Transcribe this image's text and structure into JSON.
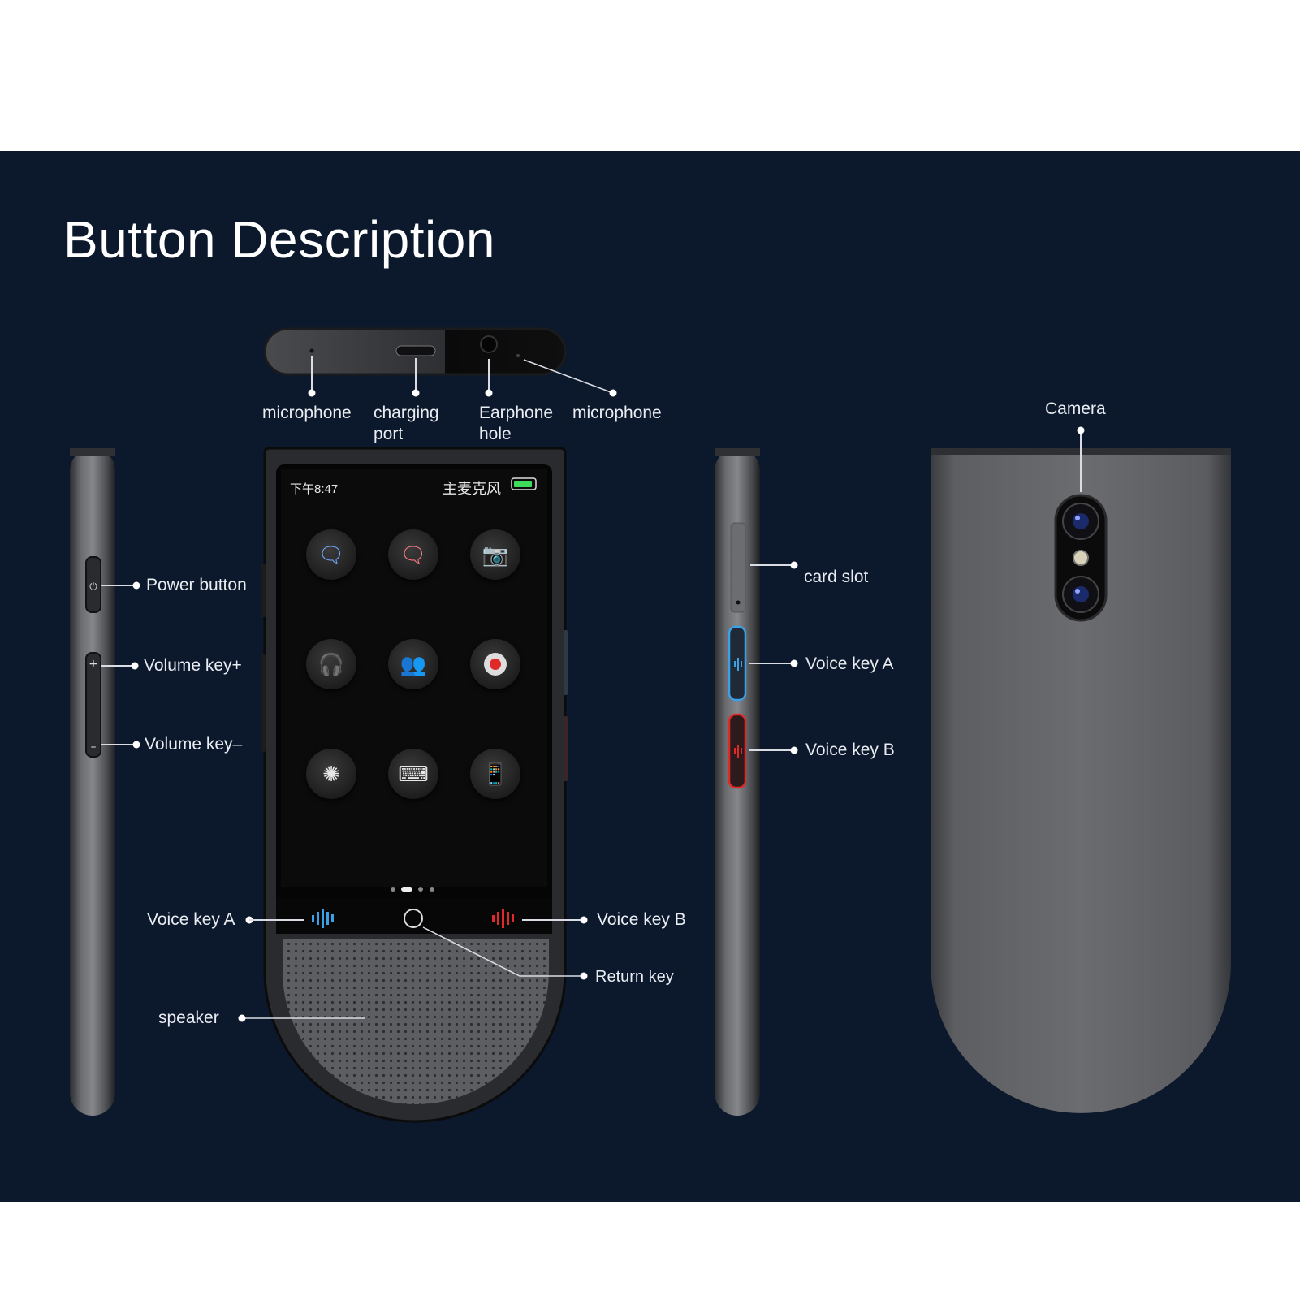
{
  "title": "Button Description",
  "labels": {
    "top_microphone_left": "microphone",
    "charging_port": "charging\nport",
    "earphone_hole": "Earphone\nhole",
    "top_microphone_right": "microphone",
    "power_button": "Power button",
    "volume_up": "Volume key+",
    "volume_down": "Volume key–",
    "front_voice_key_a": "Voice key A",
    "front_voice_key_b": "Voice key B",
    "return_key": "Return key",
    "speaker": "speaker",
    "card_slot": "card slot",
    "side_voice_key_a": "Voice key A",
    "side_voice_key_b": "Voice key B",
    "camera": "Camera"
  },
  "screen": {
    "time": "下午8:47",
    "status_text": "主麦克风",
    "apps": [
      {
        "icon": "voice-translate-icon"
      },
      {
        "icon": "text-translate-icon"
      },
      {
        "icon": "camera-icon"
      },
      {
        "icon": "headphone-translate-icon"
      },
      {
        "icon": "contacts-icon"
      },
      {
        "icon": "record-icon"
      },
      {
        "icon": "openai-icon"
      },
      {
        "icon": "keyboard-icon"
      },
      {
        "icon": "phone-chat-icon"
      }
    ],
    "page_indicator": {
      "pages": 4,
      "current": 2
    }
  },
  "colors": {
    "background": "#0c182b",
    "voice_key_a": "#3aa0e8",
    "voice_key_b": "#e02a2a",
    "battery": "#3ddc5a"
  }
}
